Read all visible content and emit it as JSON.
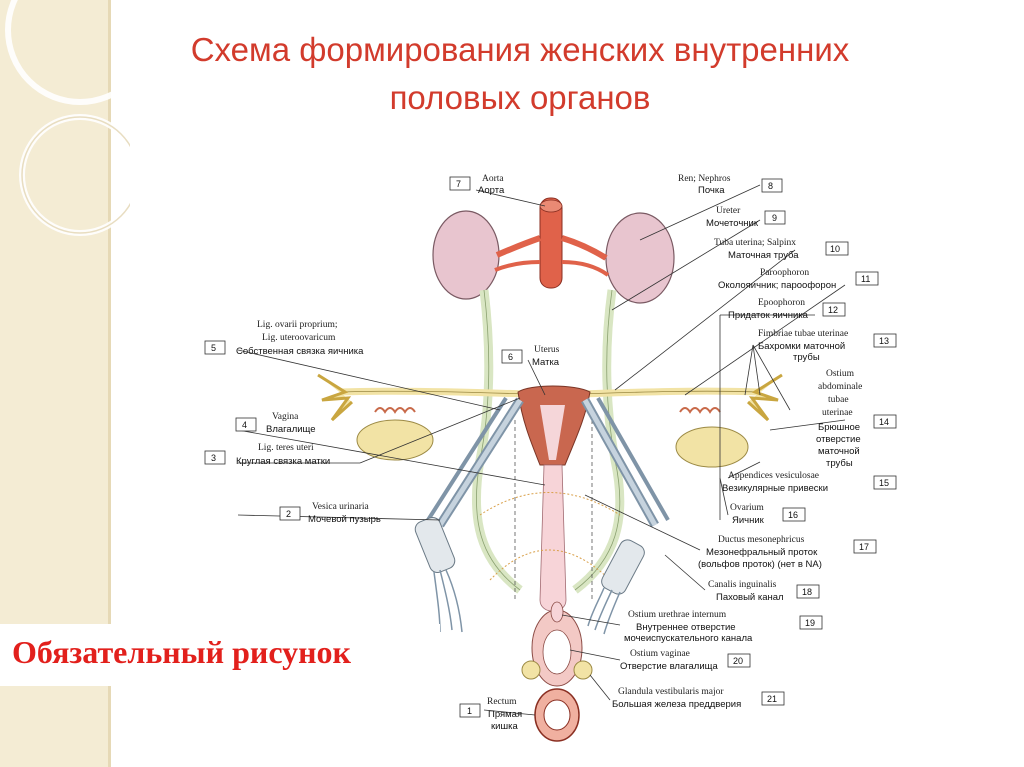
{
  "title": {
    "line1": "Схема формирования женских внутренних",
    "line2": "половых органов"
  },
  "callout": "Обязательный рисунок",
  "colors": {
    "title": "#d23b2c",
    "callout": "#e2201c",
    "background_strip": "#f4ecd4",
    "kidney": "#e8c5cf",
    "aorta": "#e0624a",
    "uterus": "#c9674f",
    "ovary": "#f2e3a5",
    "duct": "#d9e6c3"
  },
  "labels": [
    {
      "num": "7",
      "latin": "Aorta",
      "russian": "Аорта"
    },
    {
      "num": "8",
      "latin": "Ren; Nephros",
      "russian": "Почка"
    },
    {
      "num": "9",
      "latin": "Ureter",
      "russian": "Мочеточник"
    },
    {
      "num": "10",
      "latin": "Tuba uterina; Salpinx",
      "russian": "Маточная труба"
    },
    {
      "num": "11",
      "latin": "Paroophoron",
      "russian": "Околояичник; пароофорон"
    },
    {
      "num": "12",
      "latin": "Epoophoron",
      "russian": "Придаток яичника"
    },
    {
      "num": "13",
      "latin": "Fimbriae tubae uterinae",
      "russian": "Бахромки маточной",
      "russian2": "трубы"
    },
    {
      "num": "5",
      "latin": "Lig. ovarii proprium;",
      "latin2": "Lig. uteroovaricum",
      "russian": "Собственная связка яичника"
    },
    {
      "num": "6",
      "latin": "Uterus",
      "russian": "Матка"
    },
    {
      "num": "14",
      "latin": "Ostium",
      "latin2": "abdominale",
      "latin3": "tubae",
      "latin4": "uterinae",
      "russian": "Брюшное",
      "russian2": "отверстие",
      "russian3": "маточной",
      "russian4": "трубы"
    },
    {
      "num": "4",
      "latin": "Vagina",
      "russian": "Влагалище"
    },
    {
      "num": "3",
      "latin": "Lig. teres uteri",
      "russian": "Круглая связка матки"
    },
    {
      "num": "15",
      "latin": "Appendices vesiculosae",
      "russian": "Везикулярные привески"
    },
    {
      "num": "2",
      "latin": "Vesica urinaria",
      "russian": "Мочевой пузырь"
    },
    {
      "num": "16",
      "latin": "Ovarium",
      "russian": "Яичник"
    },
    {
      "num": "17",
      "latin": "Ductus mesonephricus",
      "russian": "Мезонефральный проток",
      "russian2": "(вольфов проток) (нет в NA)"
    },
    {
      "num": "18",
      "latin": "Canalis inguinalis",
      "russian": "Паховый канал"
    },
    {
      "num": "19",
      "latin": "Ostium urethrae internum",
      "russian": "Внутреннее отверстие",
      "russian2": "мочеиспускательного канала"
    },
    {
      "num": "20",
      "latin": "Ostium vaginae",
      "russian": "Отверстие влагалища"
    },
    {
      "num": "21",
      "latin": "Glandula vestibularis major",
      "russian": "Большая железа преддверия"
    },
    {
      "num": "1",
      "latin": "Rectum",
      "russian": "Прямая",
      "russian2": "кишка"
    }
  ]
}
